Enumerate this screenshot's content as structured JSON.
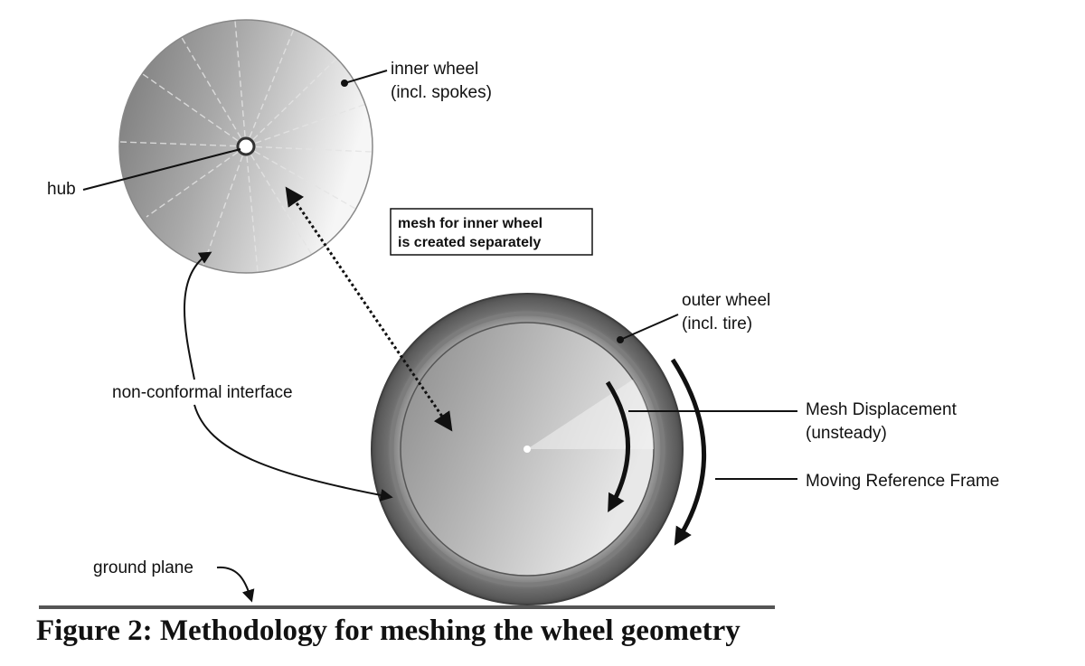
{
  "labels": {
    "inner_wheel_line1": "inner wheel",
    "inner_wheel_line2": "(incl. spokes)",
    "hub": "hub",
    "mesh_note_line1": "mesh for inner wheel",
    "mesh_note_line2": "is created separately",
    "outer_wheel_line1": "outer wheel",
    "outer_wheel_line2": "(incl. tire)",
    "mesh_displacement_line1": "Mesh Displacement",
    "mesh_displacement_line2": "(unsteady)",
    "moving_reference_frame": "Moving Reference Frame",
    "non_conformal_interface": "non-conformal interface",
    "ground_plane": "ground plane"
  },
  "caption": "Figure 2: Methodology for meshing the wheel geometry"
}
